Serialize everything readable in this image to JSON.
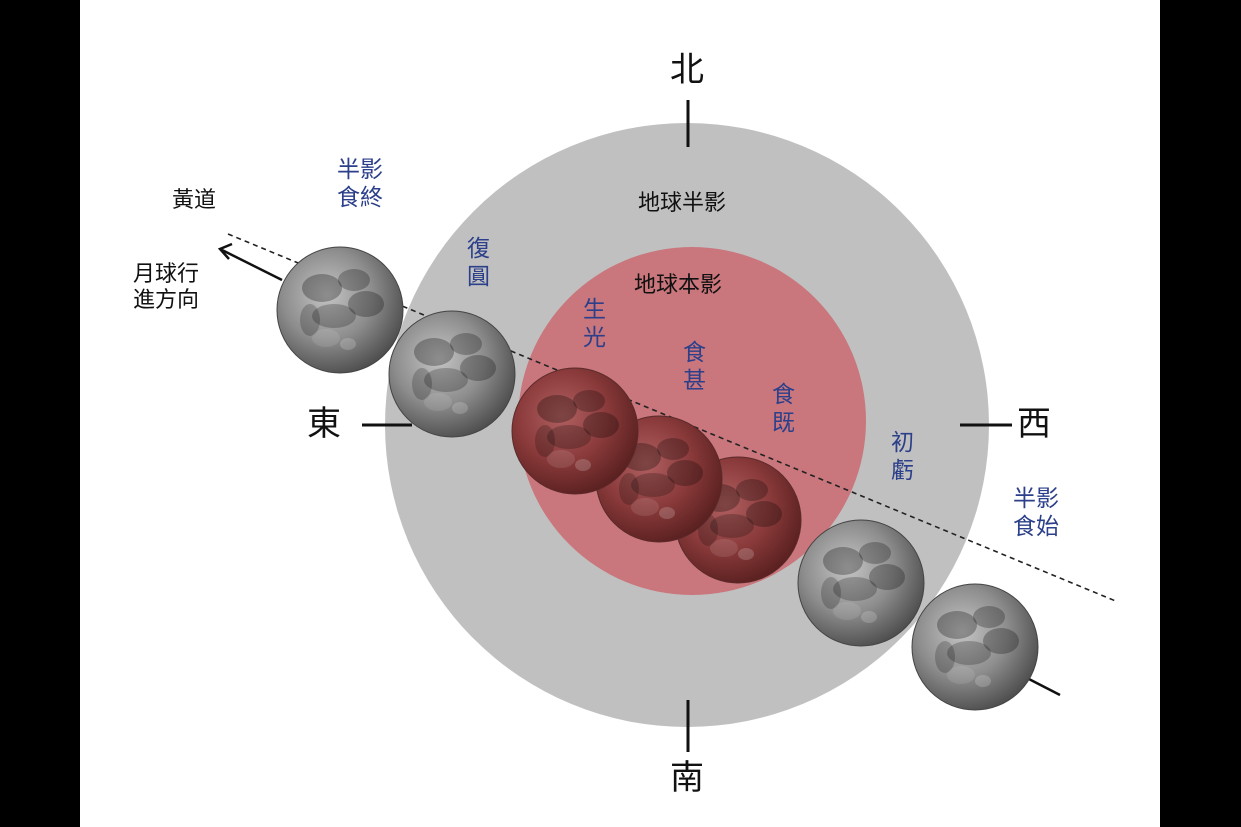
{
  "directions": {
    "north": "北",
    "south": "南",
    "east": "東",
    "west": "西"
  },
  "zones": {
    "penumbra": "地球半影",
    "umbra": "地球本影"
  },
  "ecliptic_label": "黃道",
  "moon_direction_label": "月球行\n進方向",
  "phases": {
    "penumbral_begin": "半影\n食始",
    "first_contact": "初\n虧",
    "totality_begin": "食\n既",
    "greatest": "食\n甚",
    "totality_end": "生\n光",
    "last_contact": "復\n圓",
    "penumbral_end": "半影\n食終"
  },
  "colors": {
    "background_bars": "#000000",
    "penumbra": "#c0c0c0",
    "umbra": "#c9767c",
    "moon_normal": "#8a8a8a",
    "moon_eclipsed": "#8e3b3b",
    "label_blue": "#2b3f8a"
  }
}
